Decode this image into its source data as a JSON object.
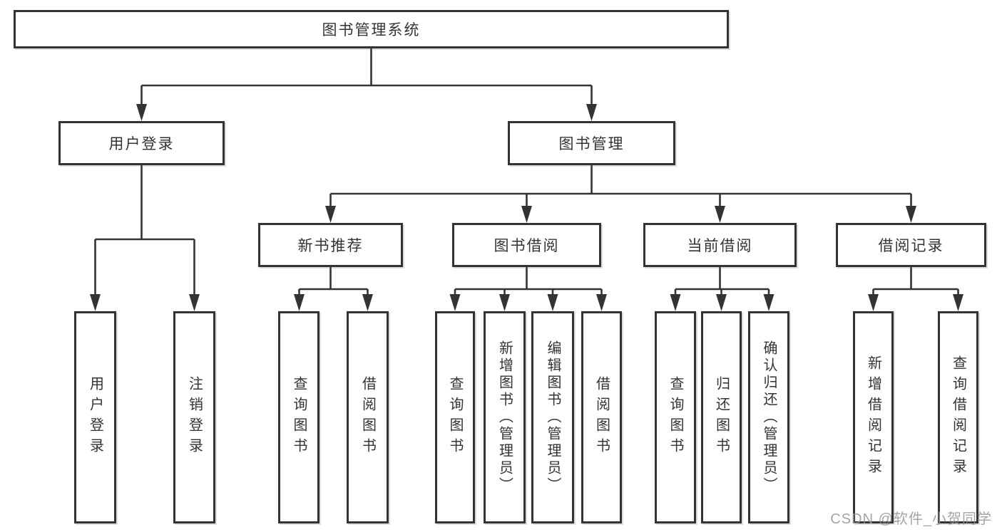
{
  "diagram": {
    "root": {
      "label": "图书管理系统"
    },
    "branches": [
      {
        "label": "用户登录",
        "children": [
          {
            "label": "用户登录"
          },
          {
            "label": "注销登录"
          }
        ]
      },
      {
        "label": "图书管理",
        "children": [
          {
            "label": "新书推荐",
            "children": [
              {
                "label": "查询图书"
              },
              {
                "label": "借阅图书"
              }
            ]
          },
          {
            "label": "图书借阅",
            "children": [
              {
                "label": "查询图书"
              },
              {
                "label": "新增图书（管理员）"
              },
              {
                "label": "编辑图书（管理员）"
              },
              {
                "label": "借阅图书"
              }
            ]
          },
          {
            "label": "当前借阅",
            "children": [
              {
                "label": "查询图书"
              },
              {
                "label": "归还图书"
              },
              {
                "label": "确认归还（管理员）"
              }
            ]
          },
          {
            "label": "借阅记录",
            "children": [
              {
                "label": "新增借阅记录"
              },
              {
                "label": "查询借阅记录"
              }
            ]
          }
        ]
      }
    ],
    "watermark": "CSDN @软件_小贺同学",
    "colors": {
      "line": "#333333",
      "text": "#333333",
      "watermark": "#949494"
    }
  }
}
